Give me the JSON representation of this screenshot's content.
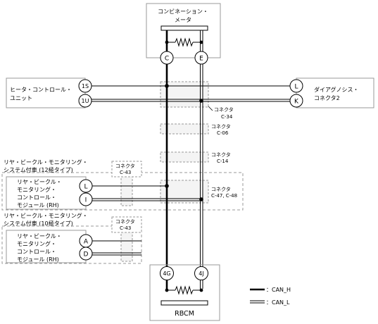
{
  "combination_meter": {
    "line1": "コンビネーション・",
    "line2": "メータ",
    "pin_c": "C",
    "pin_e": "E"
  },
  "heater_control": {
    "line1": "ヒータ・コントロール・",
    "line2": "ユニット",
    "pin_1s": "1S",
    "pin_1u": "1U"
  },
  "diag_connector": {
    "line1": "ダイアグノシス・",
    "line2": "コネクタ2",
    "pin_l": "L",
    "pin_k": "K"
  },
  "connectors": {
    "c34": {
      "line1": "コネクタ",
      "line2": "C-34"
    },
    "c06": {
      "line1": "コネクタ",
      "line2": "C-06"
    },
    "c14": {
      "line1": "コネクタ",
      "line2": "C-14"
    },
    "c43a": {
      "line1": "コネクタ",
      "line2": "C-43"
    },
    "c47": {
      "line1": "コネクタ",
      "line2": "C-47, C-48"
    },
    "c43b": {
      "line1": "コネクタ",
      "line2": "C-43"
    }
  },
  "rear_12": {
    "group_line1": "リヤ・ビークル・モニタリング・",
    "group_line2": "システム付車 (12極タイプ)",
    "module_lines": [
      "リヤ・ビークル・",
      "モニタリング・",
      "コントロール・",
      "モジュール (RH)"
    ],
    "pin_l": "L",
    "pin_i": "I"
  },
  "rear_10": {
    "group_line1": "リヤ・ビークル・モニタリング・",
    "group_line2": "システム付車 (10極タイプ)",
    "module_lines": [
      "リヤ・ビークル・",
      "モニタリング・",
      "コントロール・",
      "モジュール (RH)"
    ],
    "pin_a": "A",
    "pin_d": "D"
  },
  "rbcm": {
    "label": "RBCM",
    "pin_4g": "4G",
    "pin_4j": "4J"
  },
  "legend": {
    "can_h": "：CAN_H",
    "can_l": "：CAN_L"
  }
}
